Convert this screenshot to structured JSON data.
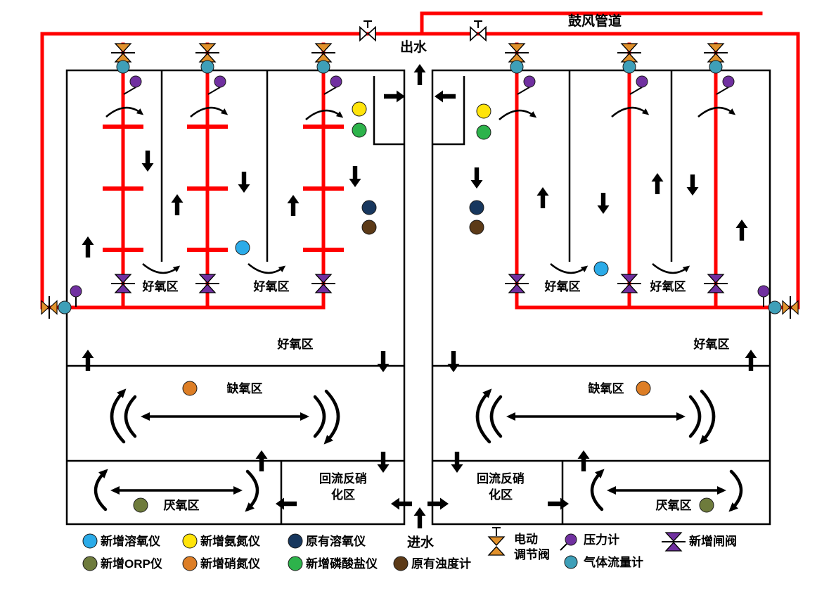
{
  "labels": {
    "blower_pipeline": "鼓风管道",
    "effluent": "出水",
    "influent": "进水",
    "aerobic_zone": "好氧区",
    "anoxic_zone": "缺氧区",
    "anaerobic_zone": "厌氧区",
    "reflux_denit_line1": "回流反硝",
    "reflux_denit_line2": "化区"
  },
  "legend": {
    "new_do_meter": "新增溶氧仪",
    "new_orp_meter": "新增ORP仪",
    "new_ammonia_meter": "新增氨氮仪",
    "new_nitrate_meter": "新增硝氮仪",
    "existing_do_meter": "原有溶氧仪",
    "new_phosphate_meter": "新增磷酸盐仪",
    "existing_turbidity_meter": "原有浊度计",
    "electric_valve_line1": "电动",
    "electric_valve_line2": "调节阀",
    "pressure_gauge": "压力计",
    "gas_flow_meter": "气体流量计",
    "new_gate_valve": "新增闸阀"
  },
  "colors": {
    "pipe_red": "#FF0000",
    "do_new": "#2BABE8",
    "ammonia_new": "#FFE40A",
    "do_existing": "#17375E",
    "orp_new": "#6E7B3C",
    "nitrate_new": "#DD7E26",
    "phosphate_new": "#2DB34B",
    "turbidity_existing": "#5C3A17",
    "valve_orange": "#E2912B",
    "instrument_purple": "#7030A0",
    "gas_flow_blue": "#3E9FB8",
    "line_black": "#000000"
  }
}
